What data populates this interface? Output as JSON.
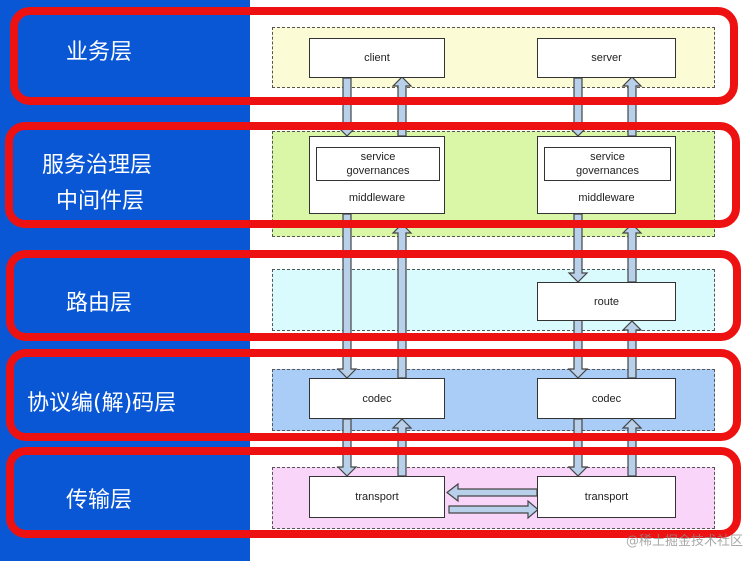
{
  "layers": [
    {
      "id": "business",
      "label": "业务层"
    },
    {
      "id": "governance",
      "label": "服务治理层"
    },
    {
      "id": "middleware",
      "label": "中间件层"
    },
    {
      "id": "routing",
      "label": "路由层"
    },
    {
      "id": "codec",
      "label": "协议编(解)码层"
    },
    {
      "id": "transport",
      "label": "传输层"
    }
  ],
  "nodes": {
    "client": "client",
    "server": "server",
    "left_service_governances": [
      "service",
      "governances"
    ],
    "right_service_governances": [
      "service",
      "governances"
    ],
    "left_middleware": "middleware",
    "right_middleware": "middleware",
    "route": "route",
    "left_codec": "codec",
    "right_codec": "codec",
    "left_transport": "transport",
    "right_transport": "transport"
  },
  "watermark": "@稀土掘金技术社区",
  "colors": {
    "left_panel": "#0a57d6",
    "highlight_border": "#ee1111",
    "business_band": "#fbfbd6",
    "governance_band": "#d9f7a6",
    "routing_band": "#d9fbfd",
    "codec_band": "#a9cdf7",
    "transport_band": "#f9d6f9",
    "arrow_fill": "#b8d0ea"
  }
}
